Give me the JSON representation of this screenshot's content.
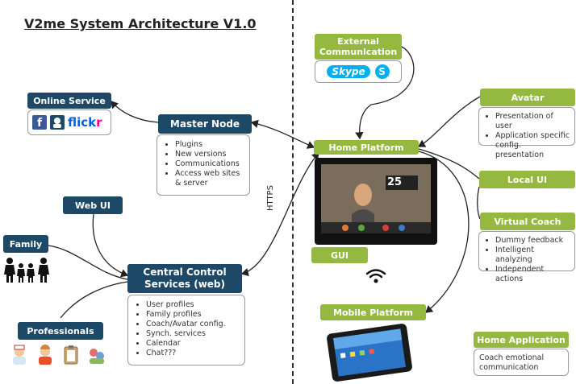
{
  "title": "V2me System Architecture V1.0",
  "nodes": {
    "online_service": "Online Service",
    "master_node": "Master Node",
    "web_ui": "Web UI",
    "family": "Family",
    "professionals": "Professionals",
    "central_control": "Central Control Services (web)",
    "external_communication": "External Communication",
    "home_platform": "Home Platform",
    "avatar": "Avatar",
    "local_ui": "Local UI",
    "virtual_coach": "Virtual Coach",
    "gui": "GUI",
    "mobile_platform": "Mobile Platform",
    "home_application": "Home Application"
  },
  "master_node_items": [
    "Plugins",
    "New versions",
    "Communications",
    "Access web sites & server"
  ],
  "central_items": [
    "User profiles",
    "Family profiles",
    "Coach/Avatar config.",
    "Synch. services",
    "Calendar",
    "Chat???"
  ],
  "avatar_items": [
    "Presentation of user",
    "Application specific config. presentation"
  ],
  "virtual_coach_items": [
    "Dummy feedback",
    "Intelligent analyzing",
    "Independent actions"
  ],
  "home_application_text": "Coach emotional communication",
  "online_service_logos": {
    "facebook": "f",
    "flickr_prefix": "flick",
    "flickr_suffix": "r"
  },
  "external_logos": {
    "skype": "Skype",
    "skype_s": "S"
  },
  "https_label": "HTTPS",
  "screen_clock": "25",
  "colors": {
    "navy": "#1d4967",
    "green": "#95b940",
    "facebook": "#3b5998",
    "flickr_blue": "#0063dc",
    "flickr_pink": "#ff0084",
    "skype": "#00aff0"
  },
  "icons": [
    "facebook-icon",
    "myspace-icon",
    "flickr-logo",
    "skype-logo",
    "family-icon",
    "doctor-icon",
    "nurse-icon",
    "clipboard-icon",
    "people-icon",
    "wifi-icon",
    "tablet-icon",
    "monitor-icon"
  ]
}
